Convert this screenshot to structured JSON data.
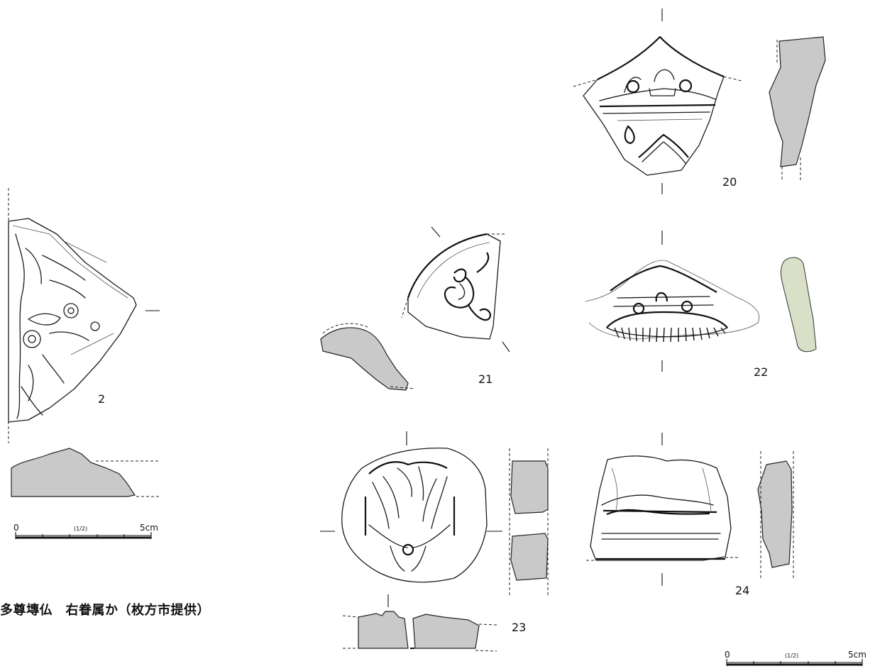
{
  "caption": "多尊塼仏　右眷属か（枚方市提供）",
  "figures": [
    {
      "id": "2",
      "label": "2"
    },
    {
      "id": "20",
      "label": "20"
    },
    {
      "id": "21",
      "label": "21"
    },
    {
      "id": "22",
      "label": "22"
    },
    {
      "id": "23",
      "label": "23"
    },
    {
      "id": "24",
      "label": "24"
    }
  ],
  "scale_bars": [
    {
      "start": "0",
      "ratio": "(1/2)",
      "end": "5cm"
    },
    {
      "start": "0",
      "ratio": "(1/2)",
      "end": "5cm"
    }
  ],
  "colors": {
    "section_fill": "#c9c9c9",
    "section_fill_green": "#d9e0c8",
    "ink": "#1a1a1a"
  }
}
